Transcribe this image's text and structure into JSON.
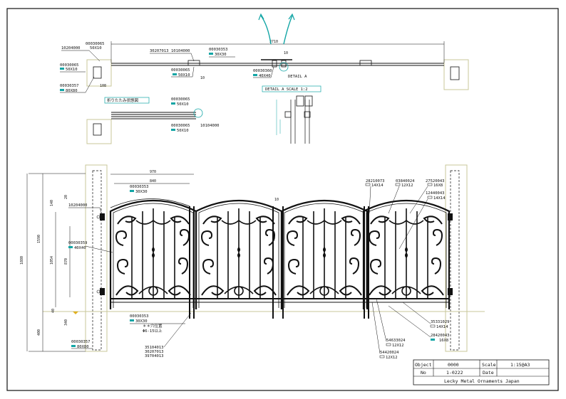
{
  "colors": {
    "accent": "#12a5a5",
    "line": "#111111",
    "post": "#c8c79a",
    "label": "#0a6a70"
  },
  "plan": {
    "overall_width": "3710",
    "dim_10a": "10",
    "dim_10b": "10",
    "dim_108": "108",
    "label_detail_a": "DETAIL A",
    "label_detail_scale": "DETAIL A SCALE 1:2",
    "label_folding": "折りたたみ状態図",
    "parts": [
      {
        "code": "00030065",
        "size": "50X10"
      },
      {
        "code": "10204000",
        "size": ""
      },
      {
        "code": "00030065",
        "size": "50X10"
      },
      {
        "code": "00030357",
        "size": "80X80"
      },
      {
        "code": "30207013",
        "size": ""
      },
      {
        "code": "10104000",
        "size": ""
      },
      {
        "code": "00030065",
        "size": "50X10"
      },
      {
        "code": "00030353",
        "size": "30X30"
      },
      {
        "code": "00030360",
        "size": "40X40"
      },
      {
        "code": "00030065",
        "size": "50X10"
      },
      {
        "code": "00030065",
        "size": "50X10"
      },
      {
        "code": "10104000",
        "size": ""
      }
    ]
  },
  "elevation": {
    "dim_970": "970",
    "dim_840": "840",
    "dim_10": "10",
    "dim_1880": "1880",
    "dim_1590": "1590",
    "dim_1054": "1054",
    "dim_870": "870",
    "dim_400": "400",
    "dim_340": "340",
    "dim_140": "140",
    "dim_20": "20",
    "dim_40": "40",
    "note_holes": "＊＊穴位置",
    "note_holes_2": "Φ6-15以上",
    "parts": [
      {
        "code": "00030353",
        "size": "30X30"
      },
      {
        "code": "10204000",
        "size": ""
      },
      {
        "code": "00030359",
        "size": "40X40"
      },
      {
        "code": "00030353",
        "size": "30X30"
      },
      {
        "code": "00030357",
        "size": "80X80"
      },
      {
        "code": "35104013",
        "size": ""
      },
      {
        "code": "30207013",
        "size": ""
      },
      {
        "code": "39704013",
        "size": ""
      },
      {
        "code": "28210073",
        "size": "14X14"
      },
      {
        "code": "03840024",
        "size": "12X12"
      },
      {
        "code": "27520043",
        "size": "16X8"
      },
      {
        "code": "12440043",
        "size": "14X14"
      },
      {
        "code": "35331029",
        "size": "14X14"
      },
      {
        "code": "28420043",
        "size": "16X8"
      },
      {
        "code": "54633024",
        "size": "12X12"
      },
      {
        "code": "54420024",
        "size": "12X12"
      }
    ]
  },
  "title_block": {
    "object_label": "Object",
    "object_value": "0000",
    "scale_label": "Scale",
    "scale_value": "1:15@A3",
    "no_label": "No",
    "no_value": "1-0222",
    "date_label": "Date",
    "date_value": "",
    "company": "Lecky Metal Ornaments Japan"
  }
}
